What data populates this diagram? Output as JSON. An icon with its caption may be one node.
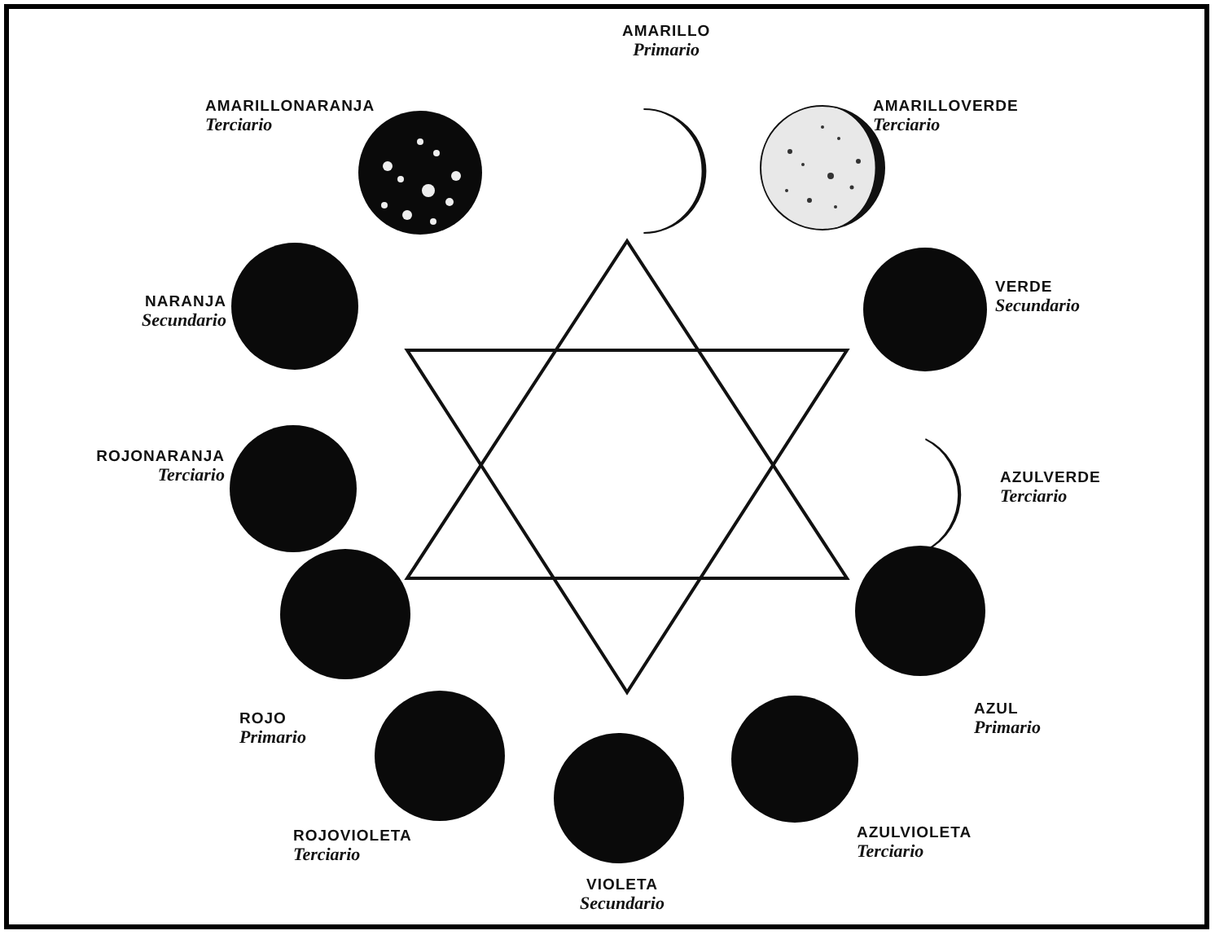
{
  "diagram": {
    "nodes": [
      {
        "text": [
          "AMARILLO",
          "Primario"
        ]
      },
      {
        "text": [
          "AMARILLOVERDE",
          "Terciario"
        ]
      },
      {
        "text": [
          "VERDE",
          "Secundario"
        ]
      },
      {
        "text": [
          "AZULVERDE",
          "Terciario"
        ]
      },
      {
        "text": [
          "AZUL",
          "Primario"
        ]
      },
      {
        "text": [
          "AZULVIOLETA",
          "Terciario"
        ]
      },
      {
        "text": [
          "VIOLETA",
          "Secundario"
        ]
      },
      {
        "text": [
          "ROJOVIOLETA",
          "Terciario"
        ]
      },
      {
        "text": [
          "ROJO",
          "Primario"
        ]
      },
      {
        "text": [
          "ROJONARANJA",
          "Terciario"
        ]
      },
      {
        "text": [
          "NARANJA",
          "Secundario"
        ]
      },
      {
        "text": [
          "AMARILLONARANJA",
          "Terciario"
        ]
      }
    ]
  }
}
